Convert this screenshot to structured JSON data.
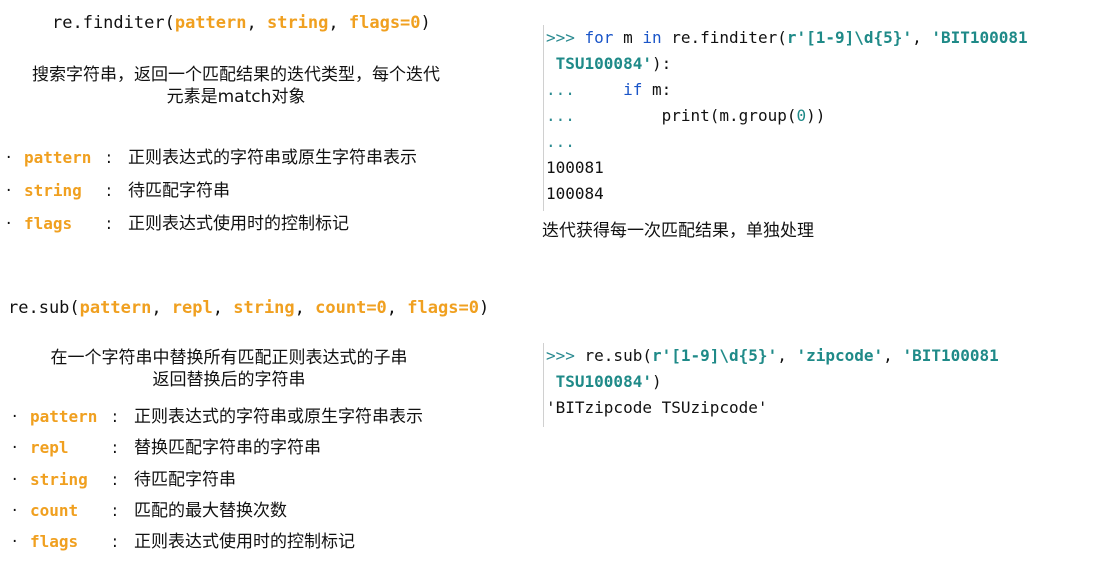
{
  "finditer": {
    "sig_prefix": "re.finditer(",
    "sig_params": [
      {
        "name": "pattern",
        "sep": ", "
      },
      {
        "name": "string",
        "sep": ", "
      },
      {
        "name": "flags=0",
        "sep": ""
      }
    ],
    "sig_suffix": ")",
    "desc_line1": "搜索字符串，返回一个匹配结果的迭代类型，每个迭代",
    "desc_line2": "元素是match对象",
    "params": [
      {
        "bullet": "·",
        "name": "pattern",
        "colon": ":",
        "desc": "正则表达式的字符串或原生字符串表示"
      },
      {
        "bullet": "·",
        "name": "string",
        "colon": ":",
        "desc": "待匹配字符串"
      },
      {
        "bullet": "·",
        "name": "flags",
        "colon": ":",
        "desc": "正则表达式使用时的控制标记"
      }
    ],
    "code": {
      "l1_prompt": ">>> ",
      "l1_for": "for",
      "l1_m": " m ",
      "l1_in": "in",
      "l1_call": " re.finditer(",
      "l1_str1": "r'[1-9]\\d{5}'",
      "l1_comma": ", ",
      "l1_str2": "'BIT100081",
      "l2_str": " TSU100084'",
      "l2_end": "):",
      "l3_prompt": "...",
      "l3_indent": "     ",
      "l3_if": "if",
      "l3_rest": " m:",
      "l4_prompt": "...",
      "l4_indent": "         ",
      "l4_call": "print(m.group(",
      "l4_num": "0",
      "l4_end": "))",
      "l5_prompt": "...",
      "out1": "100081",
      "out2": "100084"
    },
    "caption": "迭代获得每一次匹配结果，单独处理"
  },
  "sub": {
    "sig_prefix": "re.sub(",
    "sig_params": [
      {
        "name": "pattern",
        "sep": ", "
      },
      {
        "name": "repl",
        "sep": ", "
      },
      {
        "name": "string",
        "sep": ", "
      },
      {
        "name": "count=0",
        "sep": ", "
      },
      {
        "name": "flags=0",
        "sep": ""
      }
    ],
    "sig_suffix": ")",
    "desc_line1": "在一个字符串中替换所有匹配正则表达式的子串",
    "desc_line2": "返回替换后的字符串",
    "params": [
      {
        "bullet": "·",
        "name": "pattern",
        "colon": ":",
        "desc": "正则表达式的字符串或原生字符串表示"
      },
      {
        "bullet": "·",
        "name": "repl",
        "colon": ":",
        "desc": "替换匹配字符串的字符串"
      },
      {
        "bullet": "·",
        "name": "string",
        "colon": ":",
        "desc": "待匹配字符串"
      },
      {
        "bullet": "·",
        "name": "count",
        "colon": ":",
        "desc": "匹配的最大替换次数"
      },
      {
        "bullet": "·",
        "name": "flags",
        "colon": ":",
        "desc": "正则表达式使用时的控制标记"
      }
    ],
    "code": {
      "l1_prompt": ">>> ",
      "l1_call": "re.sub(",
      "l1_str1": "r'[1-9]\\d{5}'",
      "l1_comma1": ", ",
      "l1_str2": "'zipcode'",
      "l1_comma2": ", ",
      "l1_str3": "'BIT100081",
      "l2_str": " TSU100084'",
      "l2_end": ")",
      "out": "'BITzipcode TSUzipcode'"
    }
  }
}
